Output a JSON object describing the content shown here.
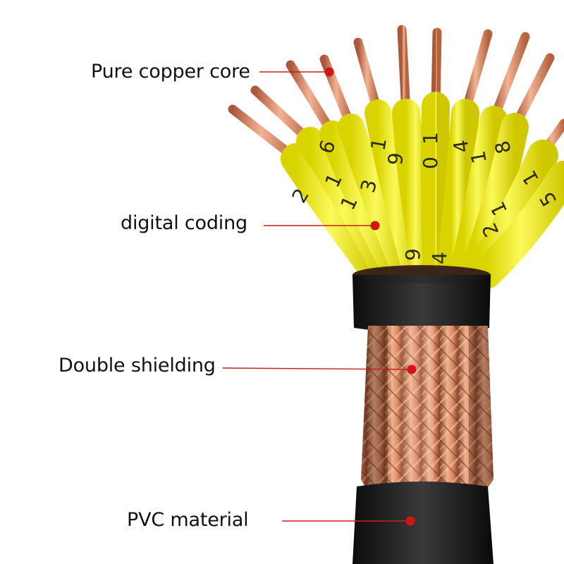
{
  "callouts": {
    "core": "Pure copper core",
    "coding": "digital coding",
    "shielding": "Double shielding",
    "pvc": "PVC material"
  },
  "wire_numbers": [
    "2",
    "1",
    "1",
    "6",
    "3",
    "1",
    "9",
    "1",
    "0",
    "4",
    "1",
    "8",
    "1",
    "2",
    "1",
    "5",
    "9",
    "4"
  ],
  "colors": {
    "background": "#ffffff",
    "leader_line": "#c81e1e",
    "leader_dot": "#d41414",
    "label_text": "#111111",
    "copper": "#e0926a",
    "insulation_yellow": "#f2ef1c",
    "jacket_black": "#1a1a1a"
  }
}
